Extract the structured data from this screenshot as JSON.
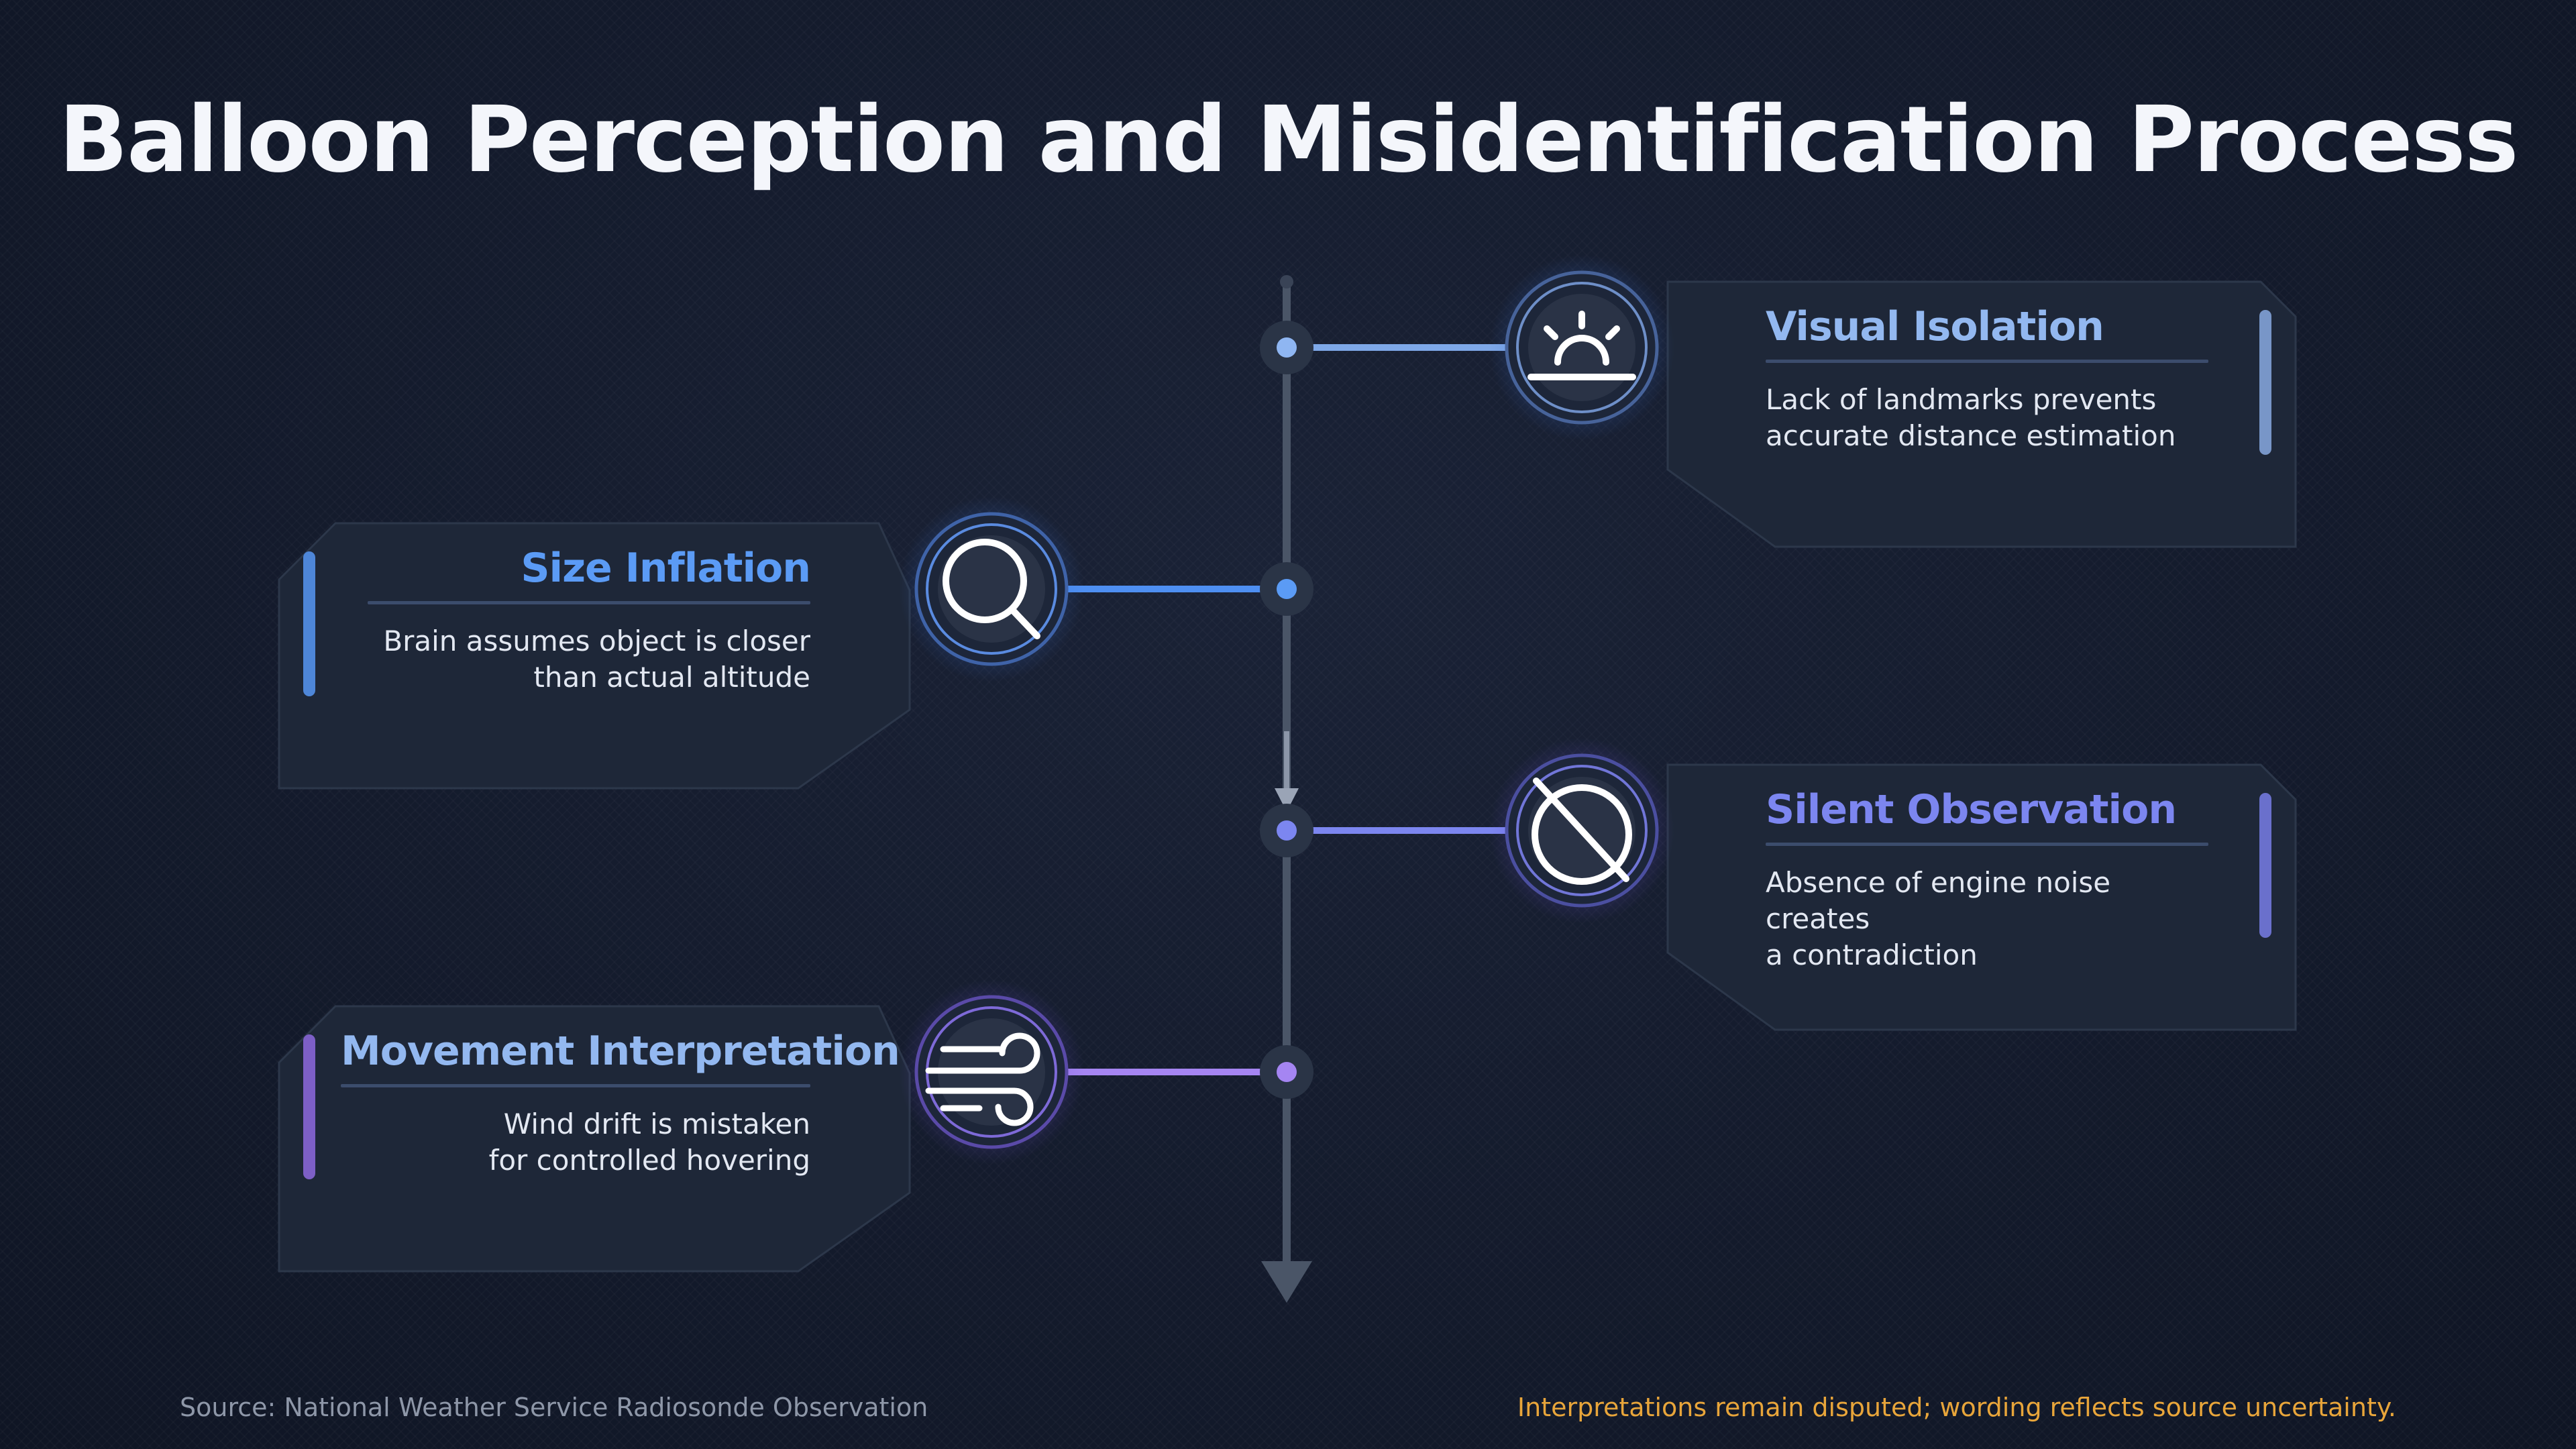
{
  "title": "Balloon Perception and Misidentification Process",
  "steps": [
    {
      "title": "Visual Isolation",
      "description_lines": [
        "Lack of landmarks prevents",
        "accurate distance estimation"
      ],
      "icon": "sunrise-horizon-icon",
      "side": "right",
      "color": "#93b8f0"
    },
    {
      "title": "Size Inflation",
      "description_lines": [
        "Brain assumes object is closer",
        "than actual altitude"
      ],
      "icon": "magnifier-icon",
      "side": "left",
      "color": "#5b9bf5"
    },
    {
      "title": "Silent Observation",
      "description_lines": [
        "Absence of engine noise creates",
        "a contradiction"
      ],
      "icon": "slashed-circle-icon",
      "side": "right",
      "color": "#7c86f0"
    },
    {
      "title": "Movement Interpretation",
      "description_lines": [
        "Wind drift is mistaken",
        "for controlled hovering"
      ],
      "icon": "wind-icon",
      "side": "left",
      "color": "#a585f2"
    }
  ],
  "footer": {
    "source": "Source: National Weather Service Radiosonde Observation",
    "note": "Interpretations remain disputed; wording reflects source uncertainty."
  },
  "colors": {
    "background": "#141b2d",
    "card": "#1e2738",
    "timeline": "#4a5567",
    "note": "#e8a53a"
  }
}
